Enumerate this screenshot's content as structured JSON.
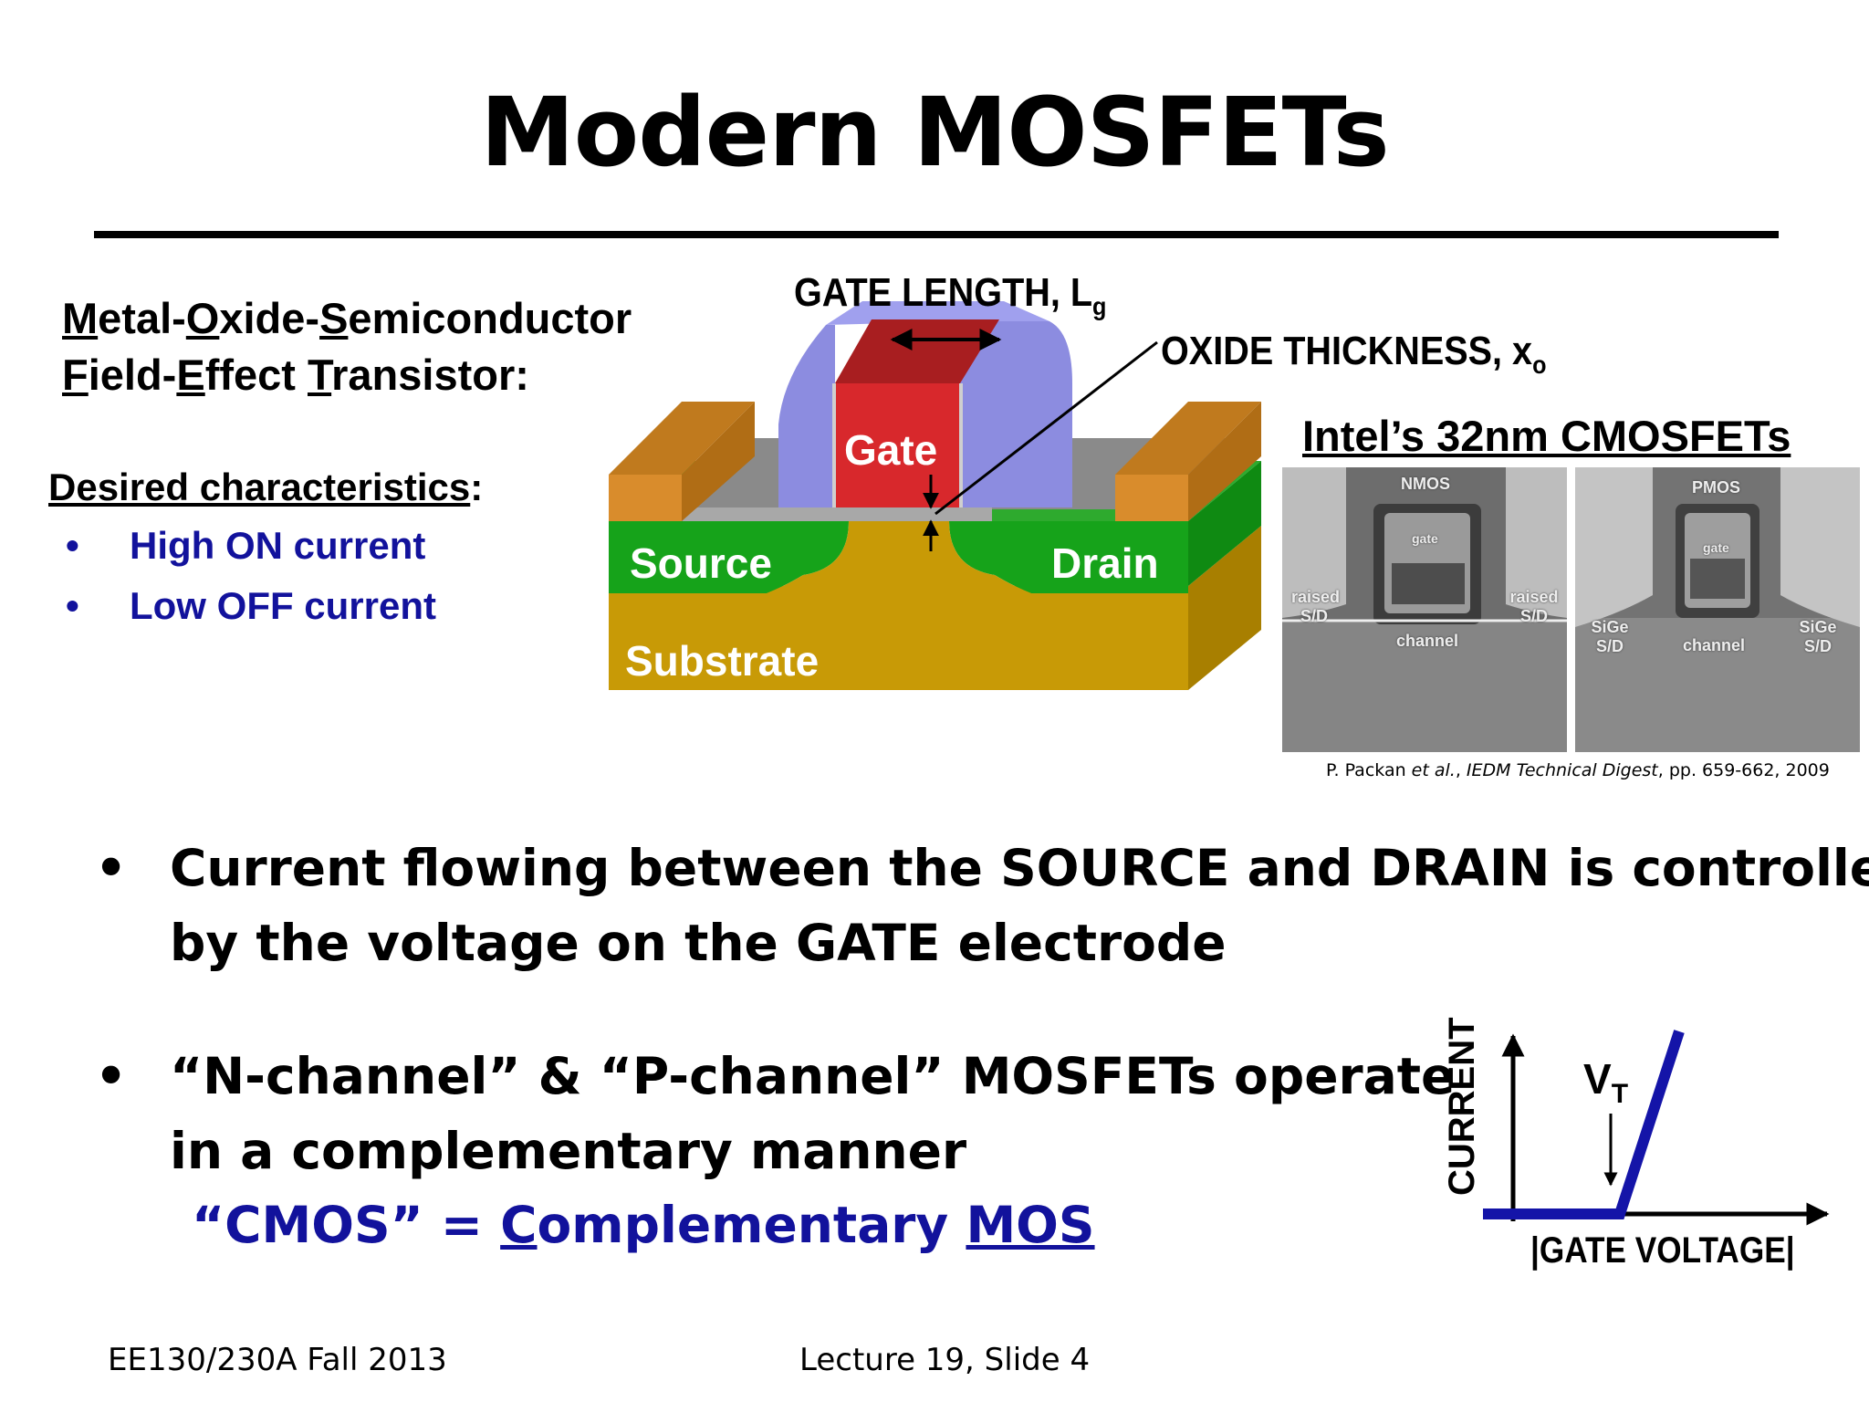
{
  "title": "Modern MOSFETs",
  "definition": {
    "line1": [
      {
        "u": "M",
        "rest": "etal-"
      },
      {
        "u": "O",
        "rest": "xide-"
      },
      {
        "u": "S",
        "rest": "emiconductor"
      }
    ],
    "line2": [
      {
        "u": "F",
        "rest": "ield-"
      },
      {
        "u": "E",
        "rest": "ffect "
      },
      {
        "u": "T",
        "rest": "ransistor:"
      }
    ]
  },
  "desired": {
    "heading": "Desired characteristics",
    "colon": ":",
    "items": [
      "High ON current",
      "Low OFF current"
    ]
  },
  "diagram": {
    "gate_length_label": "GATE LENGTH, L",
    "gate_length_sub": "g",
    "oxide_label": "OXIDE THICKNESS, x",
    "oxide_sub": "o",
    "gate": "Gate",
    "source": "Source",
    "drain": "Drain",
    "substrate": "Substrate",
    "colors": {
      "gate": "#d8282c",
      "spacer": "#8c8ce0",
      "contact": "#d98c2c",
      "source_drain": "#16a31a",
      "substrate": "#c89a06",
      "oxide": "#8a8a8a"
    }
  },
  "intel": {
    "title": "Intel’s 32nm CMOSFETs",
    "nmos": {
      "label": "NMOS",
      "gate": "gate",
      "left": "raised S/D",
      "right": "raised S/D",
      "channel": "channel"
    },
    "pmos": {
      "label": "PMOS",
      "gate": "gate",
      "left": "SiGe S/D",
      "right": "SiGe S/D",
      "channel": "channel"
    },
    "citation_pre": "P. Packan ",
    "citation_etal": "et al.",
    "citation_mid": ", ",
    "citation_journal": "IEDM Technical Digest",
    "citation_post": ", pp. 659-662, 2009"
  },
  "bullets": [
    {
      "mark": "•",
      "lines": [
        "Current flowing between the SOURCE and DRAIN is controlled",
        "by the voltage on the GATE electrode"
      ]
    },
    {
      "mark": "•",
      "lines": [
        "“N-channel” & “P-channel” MOSFETs operate",
        "in a complementary manner"
      ]
    }
  ],
  "cmos_line": {
    "prefix": "“CMOS” = ",
    "c": "C",
    "omplementary": "omplementary ",
    "mos": "MOS"
  },
  "plot": {
    "ylabel": "CURRENT",
    "xlabel": "|GATE VOLTAGE|",
    "vt": "V",
    "vt_sub": "T",
    "color": "#1414a8"
  },
  "footer": {
    "course": "EE130/230A Fall 2013",
    "lecture": "Lecture 19, Slide 4"
  }
}
